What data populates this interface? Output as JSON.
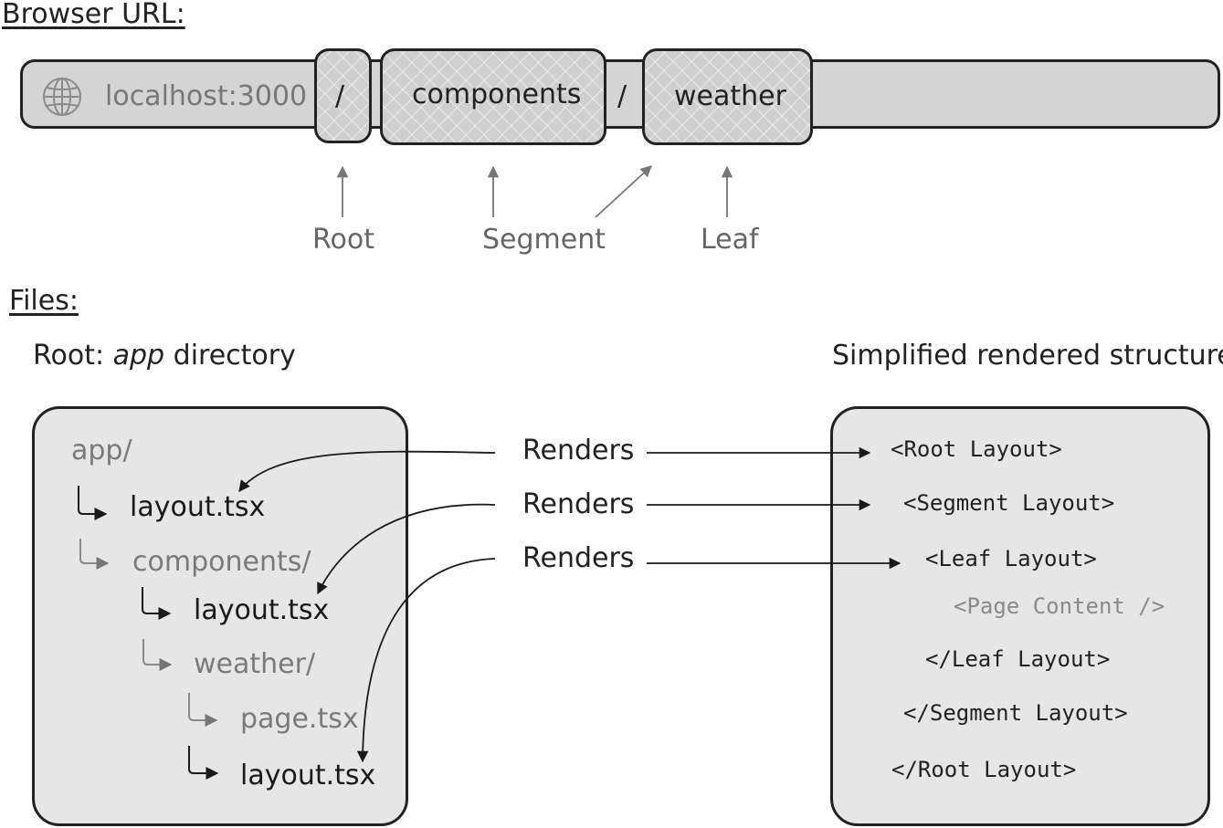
{
  "headings": {
    "url": "Browser URL:",
    "files": "Files:"
  },
  "url_bar": {
    "host": "localhost:3000",
    "root_slash": "/",
    "segment": "components",
    "separator": "/",
    "leaf": "weather"
  },
  "pointer_labels": {
    "root": "Root",
    "segment": "Segment",
    "leaf": "Leaf"
  },
  "captions": {
    "left_prefix": "Root: ",
    "left_italic": "app",
    "left_suffix": " directory",
    "right": "Simplified rendered structure"
  },
  "file_tree": [
    {
      "name": "app/",
      "tone": "gray"
    },
    {
      "name": "layout.tsx",
      "tone": "dark"
    },
    {
      "name": "components/",
      "tone": "gray"
    },
    {
      "name": "layout.tsx",
      "tone": "dark"
    },
    {
      "name": "weather/",
      "tone": "gray"
    },
    {
      "name": "page.tsx",
      "tone": "gray"
    },
    {
      "name": "layout.tsx",
      "tone": "dark"
    }
  ],
  "renders_labels": [
    "Renders",
    "Renders",
    "Renders"
  ],
  "structure": [
    "<Root Layout>",
    "<Segment Layout>",
    "<Leaf Layout>",
    "<Page Content />",
    "</Leaf Layout>",
    "</Segment Layout>",
    "</Root Layout>"
  ],
  "icons": {
    "globe": "globe-icon"
  }
}
